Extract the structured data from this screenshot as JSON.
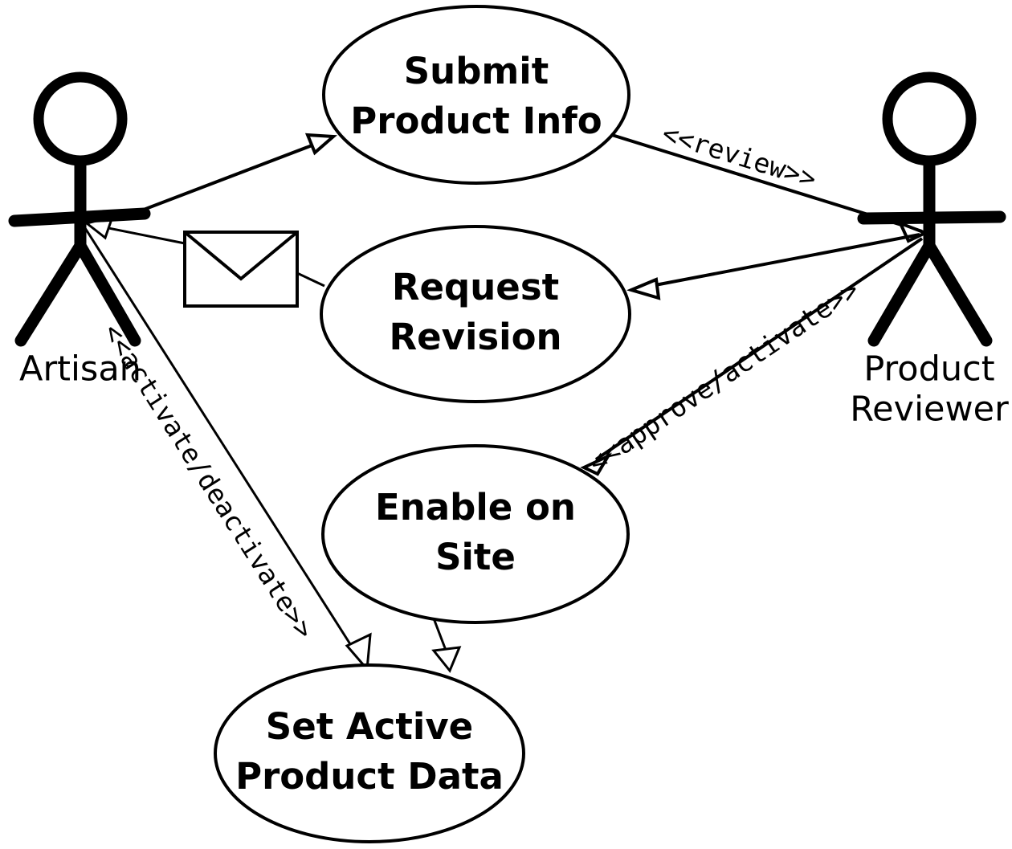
{
  "diagram": {
    "type": "uml-use-case-diagram",
    "background_color": "#ffffff",
    "line_color": "#000000",
    "actors": [
      {
        "id": "artisan",
        "label": "Artisan",
        "label_lines": [
          "Artisan"
        ],
        "position": "left"
      },
      {
        "id": "product-reviewer",
        "label": "Product Reviewer",
        "label_lines": [
          "Product",
          "Reviewer"
        ],
        "position": "right"
      }
    ],
    "use_cases": [
      {
        "id": "submit-product-info",
        "label": "Submit Product Info",
        "label_lines": [
          "Submit",
          "Product Info"
        ]
      },
      {
        "id": "request-revision",
        "label": "Request Revision",
        "label_lines": [
          "Request",
          "Revision"
        ]
      },
      {
        "id": "enable-on-site",
        "label": "Enable on Site",
        "label_lines": [
          "Enable on",
          "Site"
        ]
      },
      {
        "id": "set-active-product-data",
        "label": "Set Active Product Data",
        "label_lines": [
          "Set Active",
          "Product Data"
        ]
      }
    ],
    "artifacts": [
      {
        "id": "notification-envelope",
        "icon": "envelope-icon",
        "label": ""
      }
    ],
    "relationships": [
      {
        "id": "artisan-to-submit",
        "from": "artisan",
        "to": "submit-product-info",
        "stereotype": ""
      },
      {
        "id": "submit-to-reviewer",
        "from": "submit-product-info",
        "to": "product-reviewer",
        "stereotype": "<<review>>"
      },
      {
        "id": "reviewer-to-request-revision",
        "from": "product-reviewer",
        "to": "request-revision",
        "stereotype": ""
      },
      {
        "id": "request-revision-to-artisan",
        "from": "request-revision",
        "to": "artisan",
        "stereotype": "",
        "via": "notification-envelope"
      },
      {
        "id": "reviewer-to-enable-on-site",
        "from": "product-reviewer",
        "to": "enable-on-site",
        "stereotype": "<<approve/activate>>"
      },
      {
        "id": "enable-on-site-to-set-active",
        "from": "enable-on-site",
        "to": "set-active-product-data",
        "stereotype": ""
      },
      {
        "id": "artisan-to-set-active",
        "from": "artisan",
        "to": "set-active-product-data",
        "stereotype": "<<activate/deactivate>>"
      }
    ],
    "stereotypes": {
      "review": "<<review>>",
      "approve_activate": "<<approve/activate>>",
      "activate_deactivate": "<<activate/deactivate>>"
    }
  }
}
